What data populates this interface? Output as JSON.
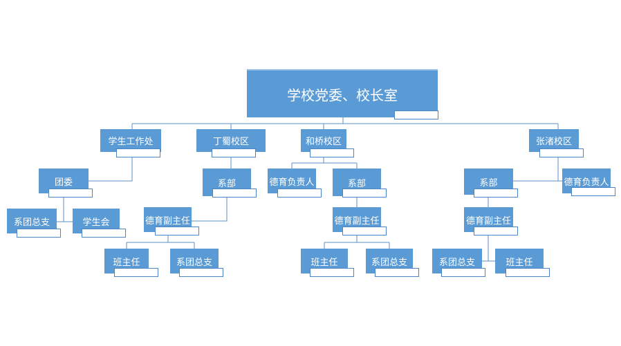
{
  "colors": {
    "box": "#5b9bd5",
    "text": "#ffffff",
    "line": "#5b8fc7",
    "tag_border": "#4a86c5"
  },
  "nodes": {
    "root": "学校党委、校长室",
    "xuesheng": "学生工作处",
    "dingshu": "丁蜀校区",
    "heqiao": "和桥校区",
    "zhangzhu": "张渚校区",
    "tuanwei": "团委",
    "xitong1": "系团总支",
    "xueshenghui": "学生会",
    "xibu1": "系部",
    "deyu1": "德育副主任",
    "banzhuren1": "班主任",
    "xitong2": "系团总支",
    "deyufuze1": "德育负责人",
    "xibu2": "系部",
    "deyu2": "德育副主任",
    "banzhuren2": "班主任",
    "xitong3": "系团总支",
    "xibu3": "系部",
    "deyufuze2": "德育负责人",
    "deyu3": "德育副主任",
    "xitong4": "系团总支",
    "banzhuren3": "班主任"
  }
}
